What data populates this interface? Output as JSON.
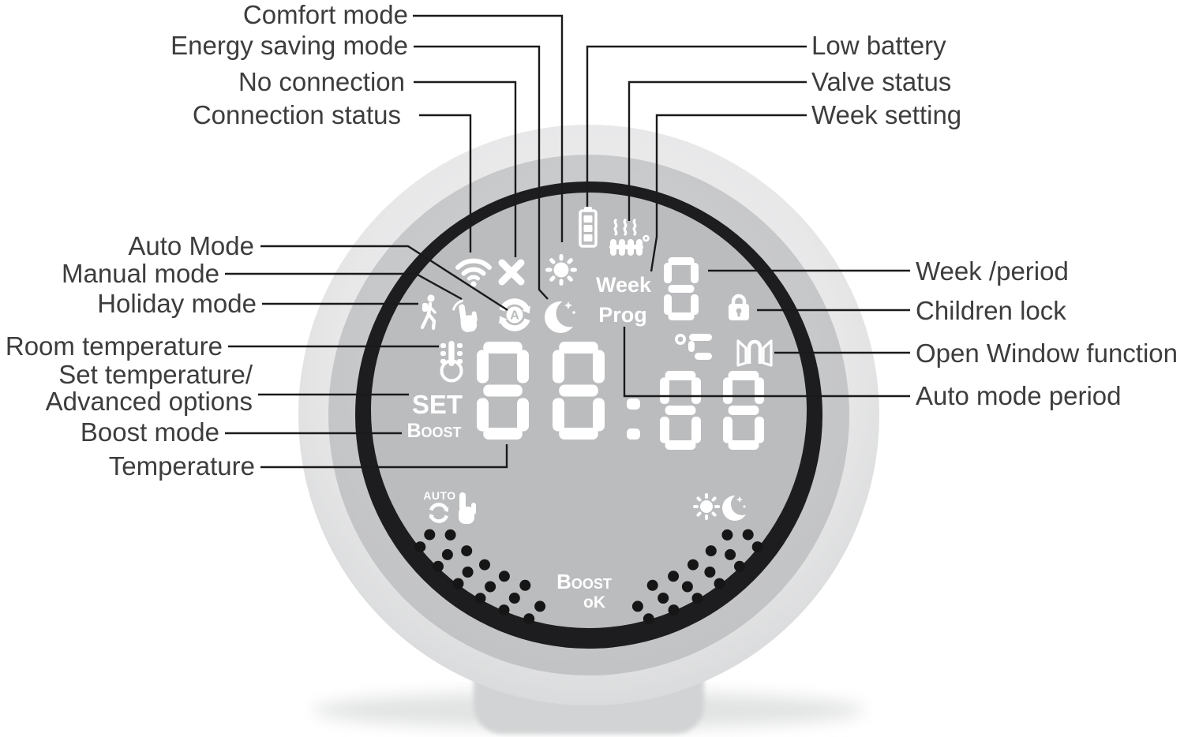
{
  "callouts": {
    "comfort_mode": "Comfort mode",
    "energy_saving_mode": "Energy saving mode",
    "no_connection": "No connection",
    "connection_status": "Connection status",
    "auto_mode": "Auto Mode",
    "manual_mode": "Manual mode",
    "holiday_mode": "Holiday mode",
    "room_temperature": "Room temperature",
    "set_temperature_line1": "Set temperature/",
    "set_temperature_line2": "Advanced options",
    "boost_mode": "Boost mode",
    "temperature": "Temperature",
    "low_battery": "Low battery",
    "valve_status": "Valve status",
    "week_setting": "Week setting",
    "week_period": "Week /period",
    "children_lock": "Children lock",
    "open_window_function": "Open Window function",
    "auto_mode_period": "Auto mode period"
  },
  "display": {
    "week_label": "Week",
    "prog_label": "Prog",
    "set_label": "SET",
    "boost_label": "Boost",
    "auto_label": "AUTO",
    "boost_ok_line1": "Boost",
    "boost_ok_line2": "oK",
    "unit": "°C",
    "digits": {
      "temperature": "88",
      "week": "8",
      "period_time": "88"
    },
    "icons": [
      "wifi-icon",
      "no-connection-x-icon",
      "comfort-sun-icon",
      "low-battery-icon",
      "valve-radiator-icon",
      "holiday-person-icon",
      "manual-hand-icon",
      "auto-cycle-icon",
      "energy-moon-icon",
      "children-lock-icon",
      "celsius-icon",
      "open-window-icon",
      "room-thermometer-icon",
      "auto-hand-icon",
      "day-night-icon"
    ]
  },
  "colors": {
    "display_face": "#bbbcbe",
    "bezel": "#1d1d1f",
    "icon": "#ffffff",
    "line": "#1a1a1a",
    "label_text": "#3d3d3d"
  }
}
